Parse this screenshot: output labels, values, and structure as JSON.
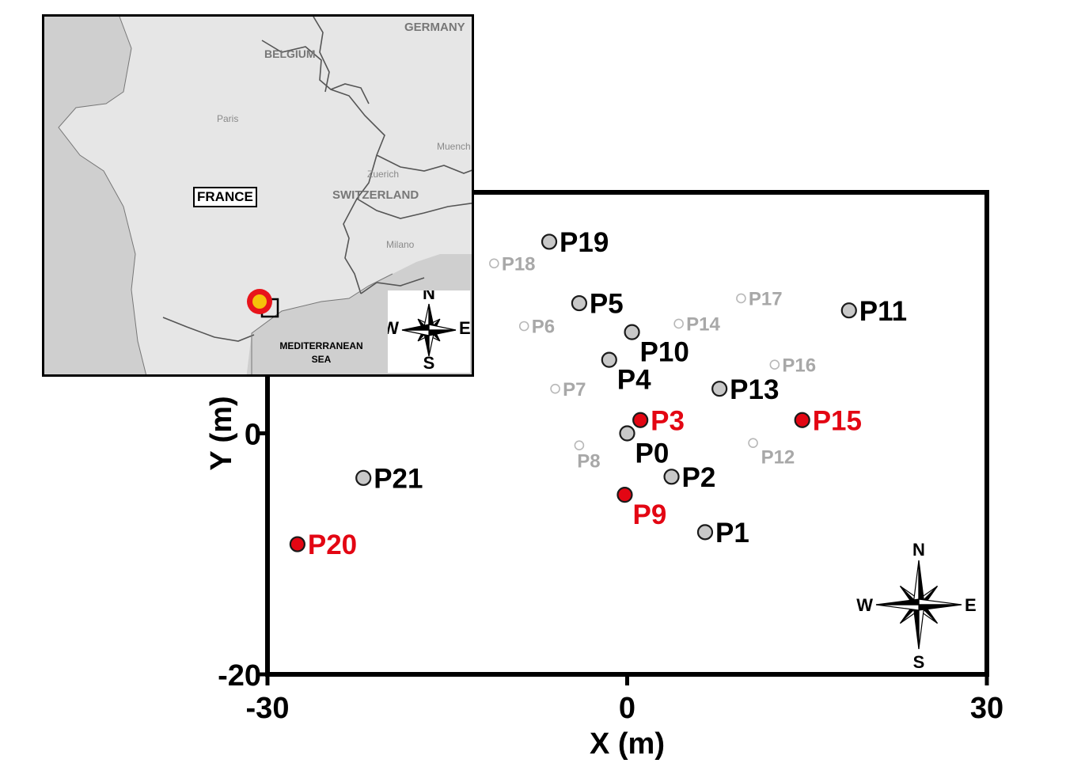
{
  "inset_map": {
    "labels": {
      "germany": "GERMANY",
      "belgium": "BELGIUM",
      "paris": "Paris",
      "muench": "Muench",
      "zuerich": "Zuerich",
      "switzerland": "SWITZERLAND",
      "milano": "Milano",
      "france": "FRANCE",
      "sea_line1": "MEDITERRANEAN",
      "sea_line2": "SEA"
    },
    "marker": {
      "outer_color": "#e8141b",
      "inner_color": "#f5c20a"
    },
    "compass": {
      "n": "N",
      "s": "S",
      "e": "E",
      "w": "W"
    }
  },
  "chart_data": {
    "type": "scatter",
    "xlabel": "X (m)",
    "ylabel": "Y (m)",
    "xlim": [
      -30,
      30
    ],
    "ylim": [
      -20,
      20
    ],
    "xticks": [
      -30,
      0,
      30
    ],
    "yticks": [
      -20,
      0
    ],
    "grid": false,
    "styles": {
      "active": {
        "fill": "#c8c8c8",
        "stroke": "#1a1a1a",
        "label_color": "#000000"
      },
      "highlighted": {
        "fill": "#e30613",
        "stroke": "#1a1a1a",
        "label_color": "#e30613"
      },
      "inactive": {
        "fill": "#ffffff",
        "stroke": "#b8b8b8",
        "label_color": "#a8a8a8"
      }
    },
    "points": [
      {
        "label": "P0",
        "x": 0.0,
        "y": 0.0,
        "style": "active",
        "lpos": "below-right"
      },
      {
        "label": "P1",
        "x": 6.5,
        "y": -8.2,
        "style": "active",
        "lpos": "right"
      },
      {
        "label": "P2",
        "x": 3.7,
        "y": -3.6,
        "style": "active",
        "lpos": "right"
      },
      {
        "label": "P3",
        "x": 1.1,
        "y": 1.1,
        "style": "highlighted",
        "lpos": "right"
      },
      {
        "label": "P4",
        "x": -1.5,
        "y": 6.1,
        "style": "active",
        "lpos": "below-right"
      },
      {
        "label": "P5",
        "x": -4.0,
        "y": 10.8,
        "style": "active",
        "lpos": "right"
      },
      {
        "label": "P6",
        "x": -8.6,
        "y": 8.9,
        "style": "inactive",
        "lpos": "right"
      },
      {
        "label": "P7",
        "x": -6.0,
        "y": 3.7,
        "style": "inactive",
        "lpos": "right"
      },
      {
        "label": "P8",
        "x": -4.0,
        "y": -1.0,
        "style": "inactive",
        "lpos": "below"
      },
      {
        "label": "P9",
        "x": -0.2,
        "y": -5.1,
        "style": "highlighted",
        "lpos": "below-right"
      },
      {
        "label": "P10",
        "x": 0.4,
        "y": 8.4,
        "style": "active",
        "lpos": "below-right"
      },
      {
        "label": "P11",
        "x": 18.5,
        "y": 10.2,
        "style": "active",
        "lpos": "right"
      },
      {
        "label": "P12",
        "x": 10.5,
        "y": -0.8,
        "style": "inactive",
        "lpos": "below-right"
      },
      {
        "label": "P13",
        "x": 7.7,
        "y": 3.7,
        "style": "active",
        "lpos": "right"
      },
      {
        "label": "P14",
        "x": 4.3,
        "y": 9.1,
        "style": "inactive",
        "lpos": "right"
      },
      {
        "label": "P15",
        "x": 14.6,
        "y": 1.1,
        "style": "highlighted",
        "lpos": "right"
      },
      {
        "label": "P16",
        "x": 12.3,
        "y": 5.7,
        "style": "inactive",
        "lpos": "right"
      },
      {
        "label": "P17",
        "x": 9.5,
        "y": 11.2,
        "style": "inactive",
        "lpos": "right"
      },
      {
        "label": "P18",
        "x": -11.1,
        "y": 14.1,
        "style": "inactive",
        "lpos": "right"
      },
      {
        "label": "P19",
        "x": -6.5,
        "y": 15.9,
        "style": "active",
        "lpos": "right"
      },
      {
        "label": "P20",
        "x": -27.5,
        "y": -9.2,
        "style": "highlighted",
        "lpos": "right"
      },
      {
        "label": "P21",
        "x": -22.0,
        "y": -3.7,
        "style": "active",
        "lpos": "right"
      }
    ],
    "compass": {
      "n": "N",
      "s": "S",
      "e": "E",
      "w": "W"
    }
  }
}
